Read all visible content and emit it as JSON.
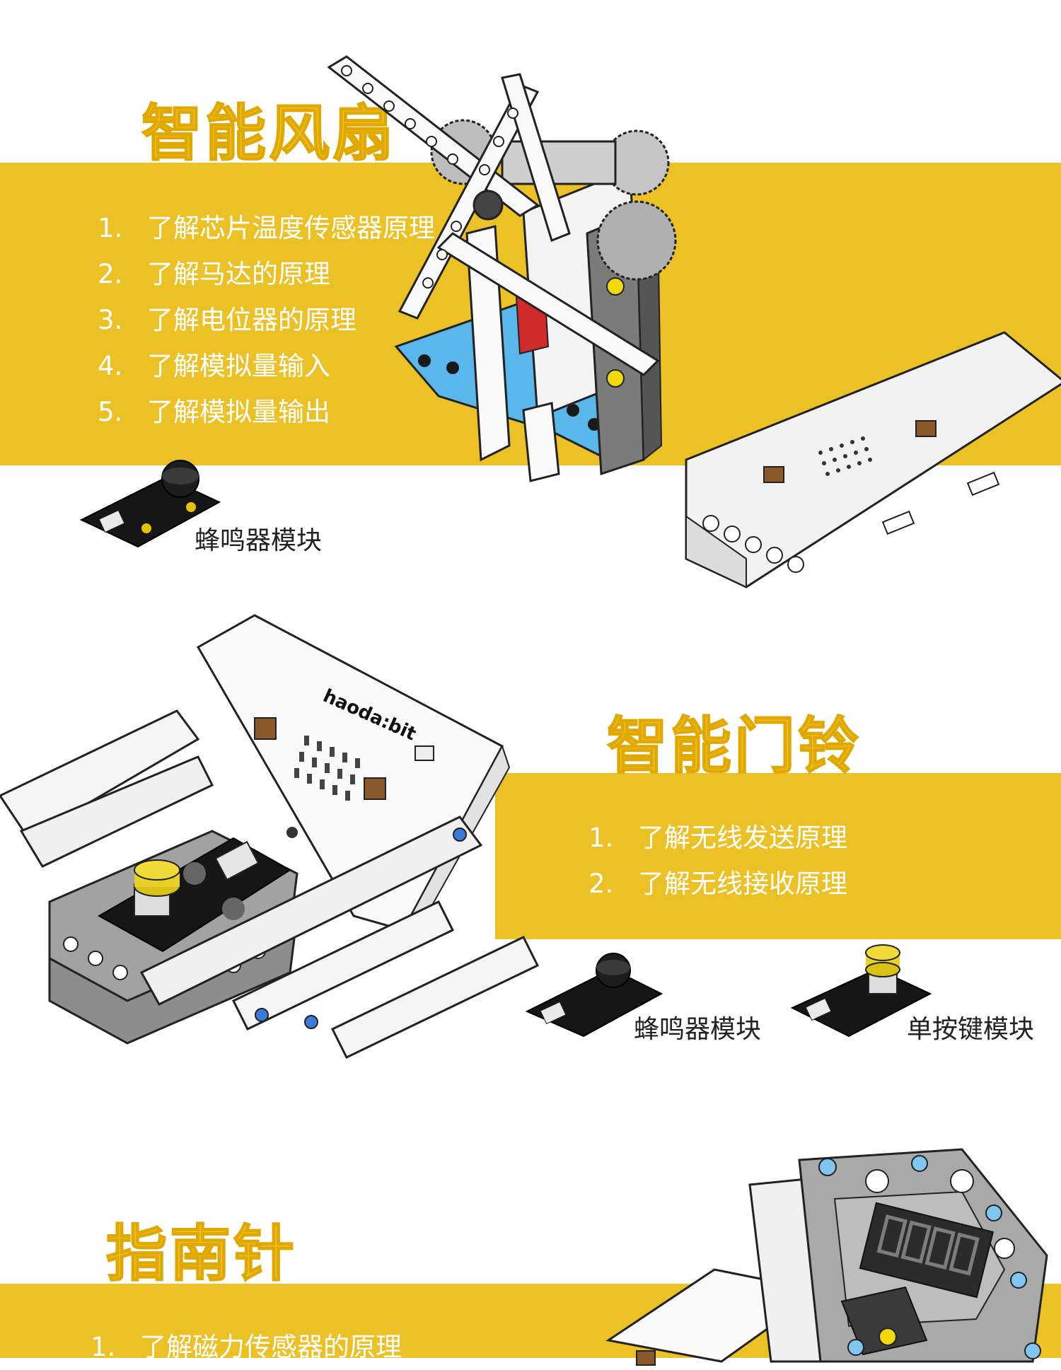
{
  "sections": [
    {
      "title": "智能风扇",
      "items": [
        {
          "num": "1.",
          "text": "了解芯片温度传感器原理"
        },
        {
          "num": "2.",
          "text": "了解马达的原理"
        },
        {
          "num": "3.",
          "text": "了解电位器的原理"
        },
        {
          "num": "4.",
          "text": "了解模拟量输入"
        },
        {
          "num": "5.",
          "text": "了解模拟量输出"
        }
      ],
      "modules": [
        "蜂鸣器模块"
      ]
    },
    {
      "title": "智能门铃",
      "items": [
        {
          "num": "1.",
          "text": "了解无线发送原理"
        },
        {
          "num": "2.",
          "text": "了解无线接收原理"
        }
      ],
      "modules": [
        "蜂鸣器模块",
        "单按键模块"
      ],
      "board_brand": "haoda:bit"
    },
    {
      "title": "指南针",
      "items": [
        {
          "num": "1.",
          "text": "了解磁力传感器的原理"
        }
      ]
    }
  ],
  "colors": {
    "accent": "#ecc126",
    "text_on_accent": "#ffffff"
  }
}
